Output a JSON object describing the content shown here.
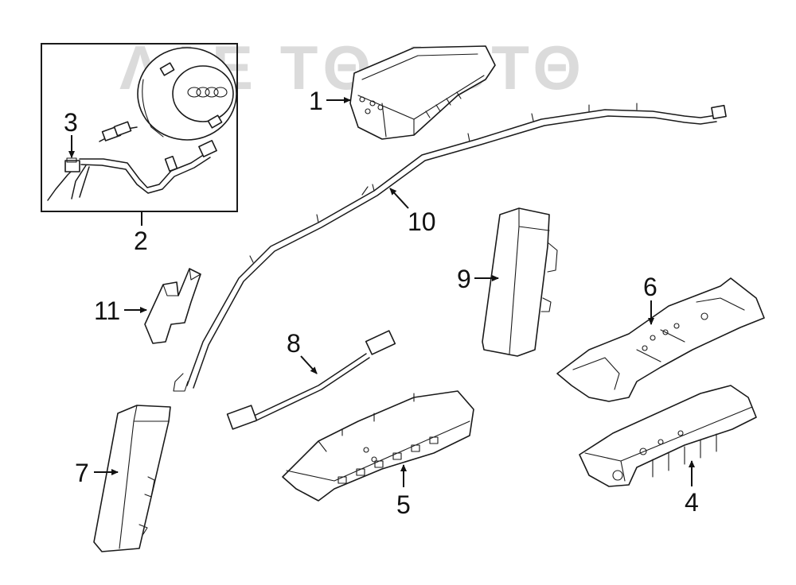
{
  "watermark": {
    "text": "ΛΛΕ ТΘ ΛΒΤΘ",
    "color": "#9a9a9a"
  },
  "callouts": [
    {
      "label": "1"
    },
    {
      "label": "2"
    },
    {
      "label": "3"
    },
    {
      "label": "4"
    },
    {
      "label": "5"
    },
    {
      "label": "6"
    },
    {
      "label": "7"
    },
    {
      "label": "8"
    },
    {
      "label": "9"
    },
    {
      "label": "10"
    },
    {
      "label": "11"
    }
  ]
}
